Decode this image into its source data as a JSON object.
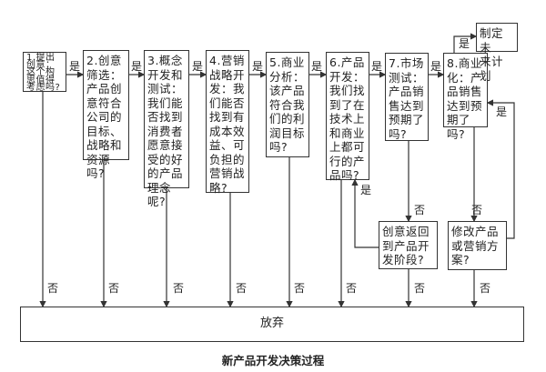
{
  "steps": [
    {
      "text": "1.提出\n创意：\n这个构\n思值得\n考虑吗?"
    },
    {
      "text": "2.创意\n筛选：\n产品创\n意符合\n公司的\n目标、\n战略和\n资源吗?"
    },
    {
      "text": "3.概念\n开发和\n测试：\n我们能\n否找到\n消费者\n愿意接\n受的好\n的产品\n理念呢?"
    },
    {
      "text": "4.营销\n战略开\n发：我\n们能否\n找到有\n成本效\n益、可\n负担的\n营销战\n略?"
    },
    {
      "text": "5.商业\n分析：\n该产品\n符合我\n们的利\n润目标\n吗?"
    },
    {
      "text": "6.产品\n开发：\n我们找\n到了在\n技术上\n和商业\n上都可\n行的产\n品吗?"
    },
    {
      "text": "7.市场\n测试：\n产品销\n售达到\n预期了\n吗?"
    },
    {
      "text": "8.商业\n化：产\n品销售\n达到预\n期了吗?"
    }
  ],
  "future_plan": "制定未\n来计划",
  "return_box": "创意返回\n到产品开\n发阶段?",
  "modify_box": "修改产品\n或营销方\n案?",
  "abandon": "放弃",
  "yes": "是",
  "no": "否",
  "caption": "新产品开发决策过程"
}
